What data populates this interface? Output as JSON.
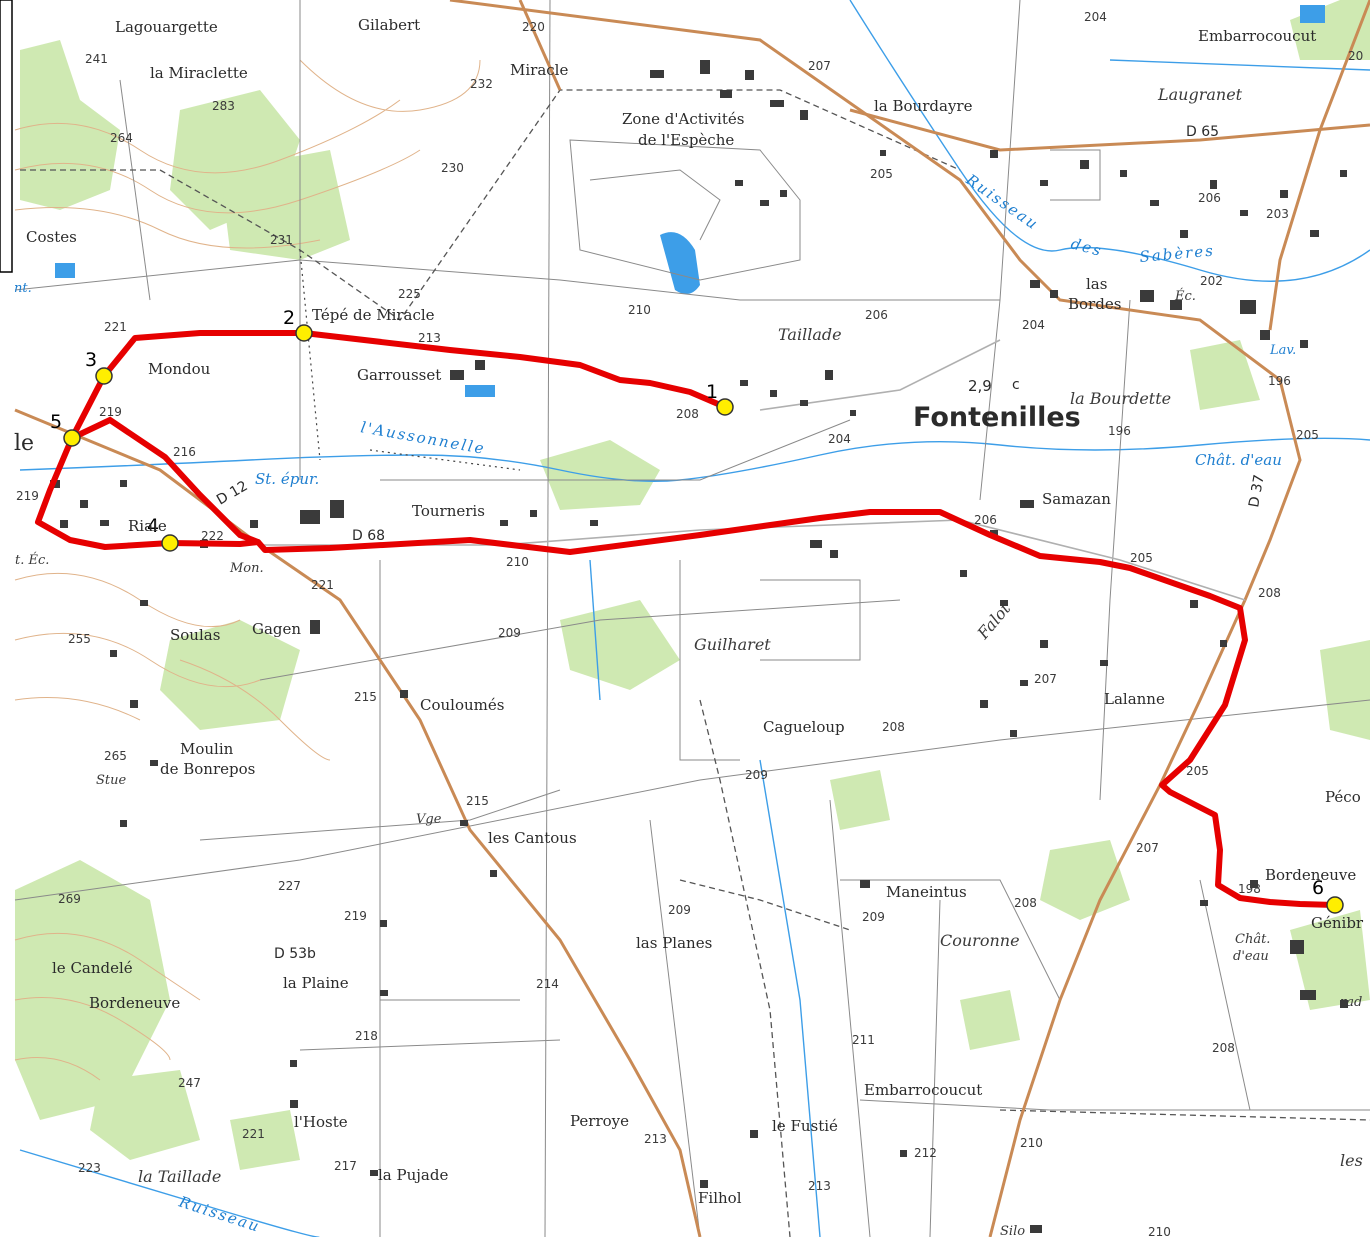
{
  "map": {
    "colors": {
      "route": "#e60000",
      "waypoint_fill": "#ffee00",
      "water": "#1f8fe0",
      "forest": "#c8e8a8",
      "road_major": "#c98a55",
      "contour": "#d9a070"
    },
    "route_label": "",
    "waypoints": [
      {
        "num": "1"
      },
      {
        "num": "2"
      },
      {
        "num": "3"
      },
      {
        "num": "4"
      },
      {
        "num": "5"
      },
      {
        "num": "6"
      }
    ],
    "places": {
      "lagouargette": "Lagouargette",
      "gilabert": "Gilabert",
      "miracle": "Miracle",
      "la_miraclette": "la Miraclette",
      "zone_1": "Zone d'Activités",
      "zone_2": "de l'Espèche",
      "la_bourdayre": "la Bourdayre",
      "embarrocoucut_top": "Embarrocoucut",
      "laugranet": "Laugranet",
      "costes": "Costes",
      "tepe": "Tépé de Miracle",
      "mondou": "Mondou",
      "garrousset": "Garrousset",
      "taillade": "Taillade",
      "las_bordes_1": "las",
      "las_bordes_2": "Bordes",
      "fontenilles": "Fontenilles",
      "la_bourdette": "la Bourdette",
      "chat_eau_1": "Chât. d'eau",
      "samazan": "Samazan",
      "tourneris": "Tourneris",
      "st_epur": "St. épur.",
      "riale": "Riale",
      "soulas": "Soulas",
      "gagen": "Gagen",
      "guilharet": "Guilharet",
      "falot": "Falot",
      "lalanne": "Lalanne",
      "couloumes": "Couloumés",
      "cagueloup": "Cagueloup",
      "moulin_1": "Moulin",
      "moulin_2": "de Bonrepos",
      "les_cantous": "les Cantous",
      "peco": "Péco",
      "bordeneuve_r": "Bordeneuve",
      "genibr": "Génibr",
      "chat_2a": "Chât.",
      "chat_2b": "d'eau",
      "maneintus": "Maneintus",
      "couronne": "Couronne",
      "las_planes": "las Planes",
      "le_candele": "le Candelé",
      "bordeneuve_l": "Bordeneuve",
      "la_plaine": "la Plaine",
      "lhoste": "l'Hoste",
      "embarrocoucut_bot": "Embarrocoucut",
      "le_fustie": "le Fustié",
      "perroye": "Perroye",
      "la_taillade": "la Taillade",
      "la_pujade": "la Pujade",
      "filhol": "Filhol",
      "silo": "Silo",
      "les": "les",
      "mon": "Mon.",
      "stue": "Stue",
      "vge": "Vge",
      "ec": "Éc.",
      "ec2": "t. Éc.",
      "le_edge": "le",
      "nt": "nt.",
      "lav": "Lav.",
      "rad": "rad"
    },
    "water_labels": {
      "aussonnelle": "l'Aussonnelle",
      "ruisseau_top": "Ruisseau",
      "des": "des",
      "saberes": "Sabères",
      "ruisseau_bot": "Ruisseau"
    },
    "roads": {
      "d65": "D 65",
      "d68": "D 68",
      "d12": "D 12",
      "d37": "D 37",
      "d53b": "D 53b",
      "dist": "2,9",
      "c": "c"
    },
    "altitudes": [
      "241",
      "220",
      "232",
      "207",
      "204",
      "283",
      "264",
      "230",
      "231",
      "205",
      "206",
      "203",
      "225",
      "210",
      "206",
      "221",
      "213",
      "204",
      "196",
      "219",
      "216",
      "208",
      "204",
      "196",
      "205",
      "219",
      "222",
      "206",
      "210",
      "205",
      "208",
      "221",
      "209",
      "255",
      "207",
      "215",
      "208",
      "205",
      "209",
      "265",
      "215",
      "207",
      "227",
      "208",
      "269",
      "219",
      "209",
      "209",
      "214",
      "218",
      "247",
      "211",
      "208",
      "221",
      "223",
      "217",
      "213",
      "212",
      "210",
      "213",
      "210",
      "20",
      "198",
      "202"
    ]
  }
}
